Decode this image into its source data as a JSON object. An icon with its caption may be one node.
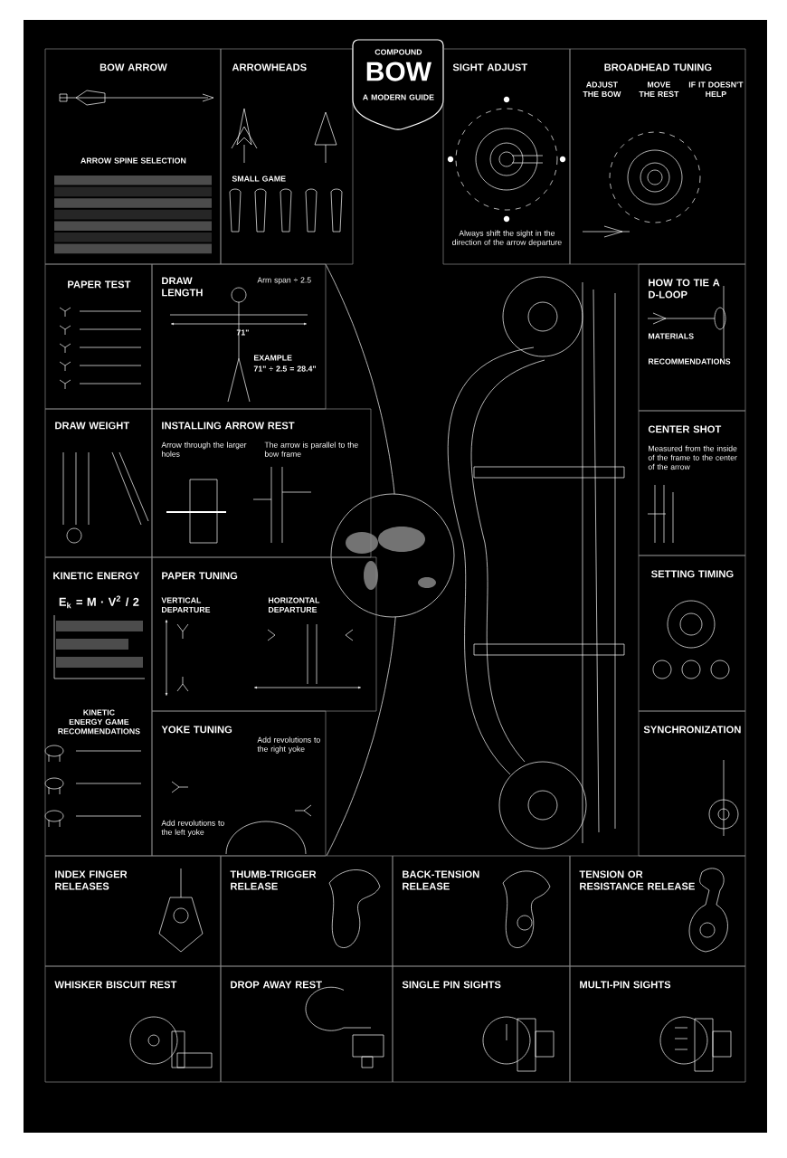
{
  "diagram": {
    "nodes": [
      {
        "text": [
          "BOW ARROW",
          "ARROW SPINE SELECTION"
        ]
      },
      {
        "text": [
          "ARROWHEADS",
          "SMALL GAME"
        ]
      },
      {
        "text": [
          "COMPOUND",
          "BOW",
          "A MODERN GUIDE"
        ]
      },
      {
        "text": [
          "SIGHT ADJUST",
          "Always shift the sight in the direction of the arrow departure"
        ]
      },
      {
        "text": [
          "BROADHEAD TUNING",
          "ADJUST THE BOW",
          "MOVE THE REST",
          "IF IT DOESN'T HELP"
        ]
      },
      {
        "text": [
          "PAPER TEST"
        ]
      },
      {
        "text": [
          "DRAW LENGTH",
          "Arm span ÷ 2.5",
          "71\"",
          "EXAMPLE",
          "71\" ÷ 2.5 = 28.4\""
        ]
      },
      {
        "text": [
          "HOW TO TIE A D-LOOP",
          "MATERIALS",
          "RECOMMENDATIONS"
        ]
      },
      {
        "text": [
          "DRAW WEIGHT"
        ]
      },
      {
        "text": [
          "INSTALLING ARROW REST",
          "Arrow through the larger holes",
          "The arrow is parallel to the bow frame"
        ]
      },
      {
        "text": [
          "CENTER SHOT",
          "Measured from the inside of the frame to the center of the arrow"
        ]
      },
      {
        "text": [
          "KINETIC ENERGY",
          "E$_{k}$ = M · V$^{2}$ / 2",
          "KINETIC ENERGY GAME RECOMMENDATIONS"
        ]
      },
      {
        "text": [
          "PAPER TUNING",
          "VERTICAL DEPARTURE",
          "HORIZONTAL DEPARTURE"
        ]
      },
      {
        "text": [
          "SETTING TIMING"
        ]
      },
      {
        "text": [
          "SYNCHRONIZATION"
        ]
      },
      {
        "text": [
          "YOKE TUNING",
          "Add revolutions to the right yoke",
          "Add revolutions to the left yoke"
        ]
      },
      {
        "text": [
          "INDEX FINGER RELEASES"
        ]
      },
      {
        "text": [
          "THUMB-TRIGGER RELEASE"
        ]
      },
      {
        "text": [
          "BACK-TENSION RELEASE"
        ]
      },
      {
        "text": [
          "TENSION OR RESISTANCE RELEASE"
        ]
      },
      {
        "text": [
          "WHISKER BISCUIT REST"
        ]
      },
      {
        "text": [
          "DROP AWAY REST"
        ]
      },
      {
        "text": [
          "SINGLE PIN SIGHTS"
        ]
      },
      {
        "text": [
          "MULTI-PIN SIGHTS"
        ]
      }
    ]
  }
}
